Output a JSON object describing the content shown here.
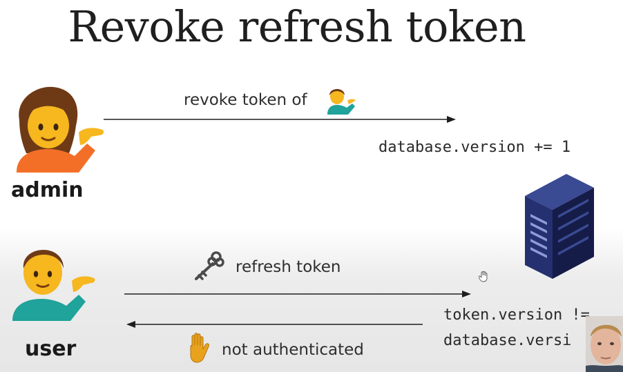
{
  "slide": {
    "title": "Revoke refresh token"
  },
  "admin": {
    "label": "admin",
    "icon": "admin-person-tipping-hand-icon"
  },
  "user": {
    "label": "user",
    "icon": "user-man-tipping-hand-icon"
  },
  "server": {
    "icon": "server-icon"
  },
  "revoke_arrow": {
    "label": "revoke token of",
    "emoji_icon": "man-tipping-hand-icon"
  },
  "refresh_arrow": {
    "label": "refresh token",
    "emoji_icon": "old-key-icon"
  },
  "response_arrow": {
    "label": "not authenticated",
    "emoji_icon": "raised-hand-icon"
  },
  "code": {
    "db_increment": "database.version += 1",
    "compare_line1": "token.version !=",
    "compare_line2": "database.versi"
  },
  "colors": {
    "skin": "#f6b71f",
    "hair": "#6e3a16",
    "admin_shirt": "#f36f28",
    "user_shirt": "#1fa39a",
    "server": "#1e2860",
    "hand_emoji": "#e8a21e"
  }
}
